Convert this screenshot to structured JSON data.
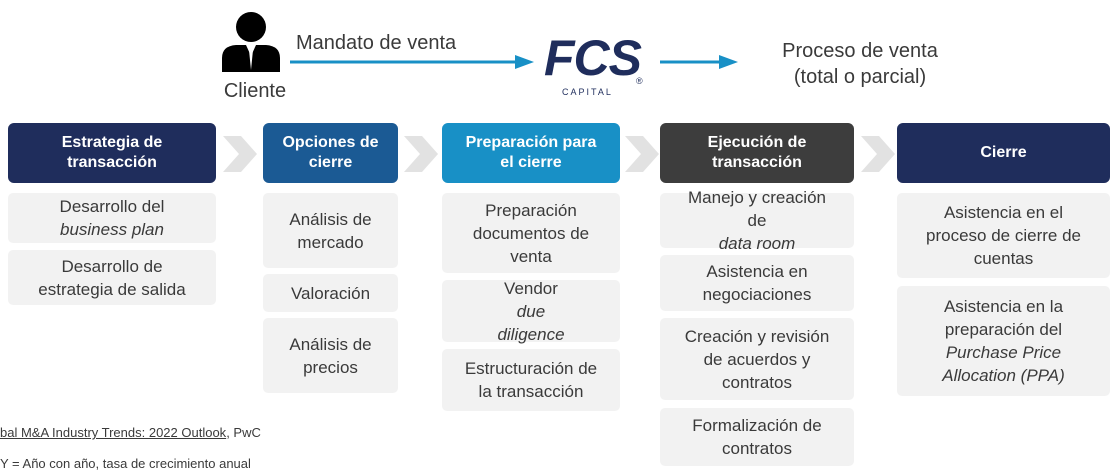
{
  "top": {
    "client_label": "Cliente",
    "mandate_label": "Mandato de venta",
    "logo": {
      "main": "FCS",
      "sub": "CAPITAL",
      "reg": "®"
    },
    "process_line1": "Proceso de venta",
    "process_line2": "(total o parcial)"
  },
  "colors": {
    "navy": "#1f2d5c",
    "blue": "#1b5a94",
    "teal": "#1890c6",
    "dark": "#3d3d3d",
    "chevron": "#e2e2e2",
    "box": "#f2f2f2",
    "arrow": "#1890c6"
  },
  "stages": [
    {
      "title_l1": "Estrategia de",
      "title_l2": "transacción",
      "items": [
        {
          "l1": "Desarrollo del",
          "l2_italic": "business plan"
        },
        {
          "l1": "Desarrollo de",
          "l2": "estrategia de salida"
        }
      ]
    },
    {
      "title_l1": "Opciones de",
      "title_l2": "cierre",
      "items": [
        {
          "l1": "Análisis de",
          "l2": "mercado"
        },
        {
          "l1": "Valoración"
        },
        {
          "l1": "Análisis de",
          "l2": "precios"
        }
      ]
    },
    {
      "title_l1": "Preparación para",
      "title_l2": "el cierre",
      "items": [
        {
          "l1": "Preparación",
          "l2": "documentos de",
          "l3": "venta"
        },
        {
          "l1_a": "Vendor ",
          "l1_italic": "due",
          "l2_italic": "diligence"
        },
        {
          "l1": "Estructuración de",
          "l2": "la transacción"
        }
      ]
    },
    {
      "title_l1": "Ejecución de",
      "title_l2": "transacción",
      "items": [
        {
          "l1": "Manejo y creación",
          "l2_a": "de ",
          "l2_italic": "data room"
        },
        {
          "l1": "Asistencia en",
          "l2": "negociaciones"
        },
        {
          "l1": "Creación y revisión",
          "l2": "de acuerdos y",
          "l3": "contratos"
        },
        {
          "l1": "Formalización de",
          "l2": "contratos"
        }
      ]
    },
    {
      "title_l1": "Cierre",
      "items": [
        {
          "l1": "Asistencia en el",
          "l2": "proceso de cierre de",
          "l3": "cuentas"
        },
        {
          "l1": "Asistencia en la",
          "l2": "preparación del",
          "l3_italic": "Purchase Price",
          "l4_italic": "Allocation (PPA)"
        }
      ]
    }
  ],
  "footnotes": {
    "source_link": "bal M&A Industry Trends: 2022 Outlook",
    "source_rest": ", PwC",
    "yoy": "Y = Año con año, tasa de crecimiento anual"
  }
}
